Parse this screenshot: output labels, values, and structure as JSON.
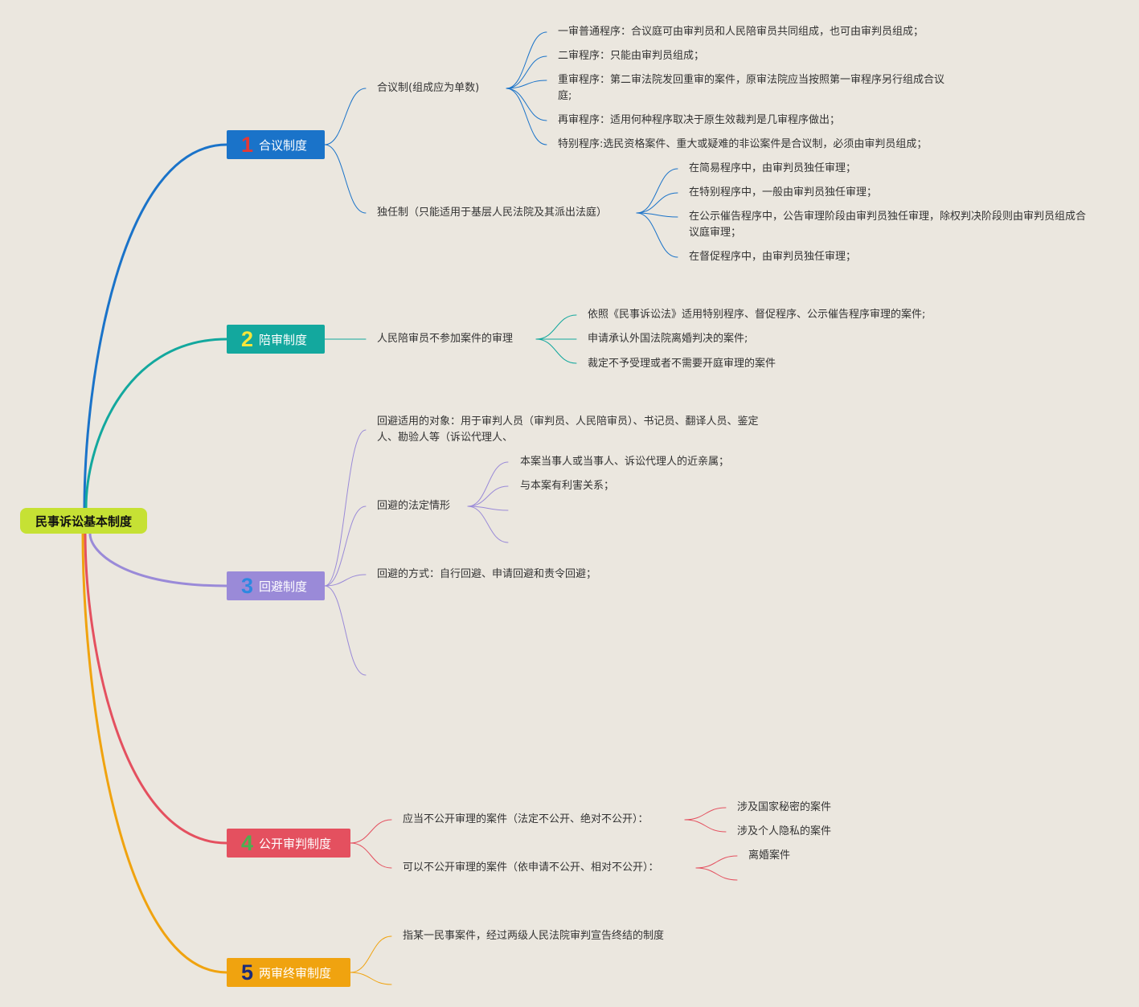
{
  "root": "民事诉讼基本制度",
  "branches": [
    {
      "num": "1",
      "label": "合议制度",
      "color": "#1a73c9",
      "num_color": "#e53935",
      "children": [
        {
          "label": "合议制(组成应为单数)",
          "children": [
            "一审普通程序：合议庭可由审判员和人民陪审员共同组成，也可由审判员组成；",
            "二审程序：只能由审判员组成；",
            "重审程序：第二审法院发回重审的案件，原审法院应当按照第一审程序另行组成合议庭;",
            "再审程序：适用何种程序取决于原生效裁判是几审程序做出；",
            "特别程序:选民资格案件、重大或疑难的非讼案件是合议制，必须由审判员组成；"
          ]
        },
        {
          "label": "独任制（只能适用于基层人民法院及其派出法庭）",
          "children": [
            "在简易程序中，由审判员独任审理；",
            "在特别程序中，一般由审判员独任审理；",
            "在公示催告程序中，公告审理阶段由审判员独任审理，除权判决阶段则由审判员组成合议庭审理；",
            "在督促程序中，由审判员独任审理；"
          ]
        }
      ]
    },
    {
      "num": "2",
      "label": "陪审制度",
      "color": "#13a89e",
      "num_color": "#f5e63b",
      "children": [
        {
          "label": "人民陪审员不参加案件的审理",
          "children": [
            "依照《民事诉讼法》适用特别程序、督促程序、公示催告程序审理的案件;",
            "申请承认外国法院离婚判决的案件;",
            "裁定不予受理或者不需要开庭审理的案件"
          ]
        }
      ]
    },
    {
      "num": "3",
      "label": "回避制度",
      "color": "#9a8ad8",
      "num_color": "#2e88e0",
      "children": [
        {
          "label": "回避适用的对象：用于审判人员（审判员、人民陪审员）、书记员、翻译人员、鉴定人、勘验人等（诉讼代理人、"
        },
        {
          "label": "回避的法定情形",
          "children": [
            "本案当事人或当事人、诉讼代理人的近亲属；",
            "与本案有利害关系；"
          ]
        },
        {
          "label": "回避的方式：自行回避、申请回避和责令回避；"
        }
      ]
    },
    {
      "num": "4",
      "label": "公开审判制度",
      "color": "#e4505f",
      "num_color": "#4caf50",
      "children": [
        {
          "label": "应当不公开审理的案件（法定不公开、绝对不公开）：",
          "children": [
            "涉及国家秘密的案件",
            "涉及个人隐私的案件"
          ]
        },
        {
          "label": "可以不公开审理的案件（依申请不公开、相对不公开）：",
          "children": [
            "离婚案件"
          ]
        }
      ]
    },
    {
      "num": "5",
      "label": "两审终审制度",
      "color": "#f0a30f",
      "num_color": "#1b2b7a",
      "children": [
        {
          "label": "指某一民事案件，经过两级人民法院审判宣告终结的制度"
        }
      ]
    }
  ]
}
